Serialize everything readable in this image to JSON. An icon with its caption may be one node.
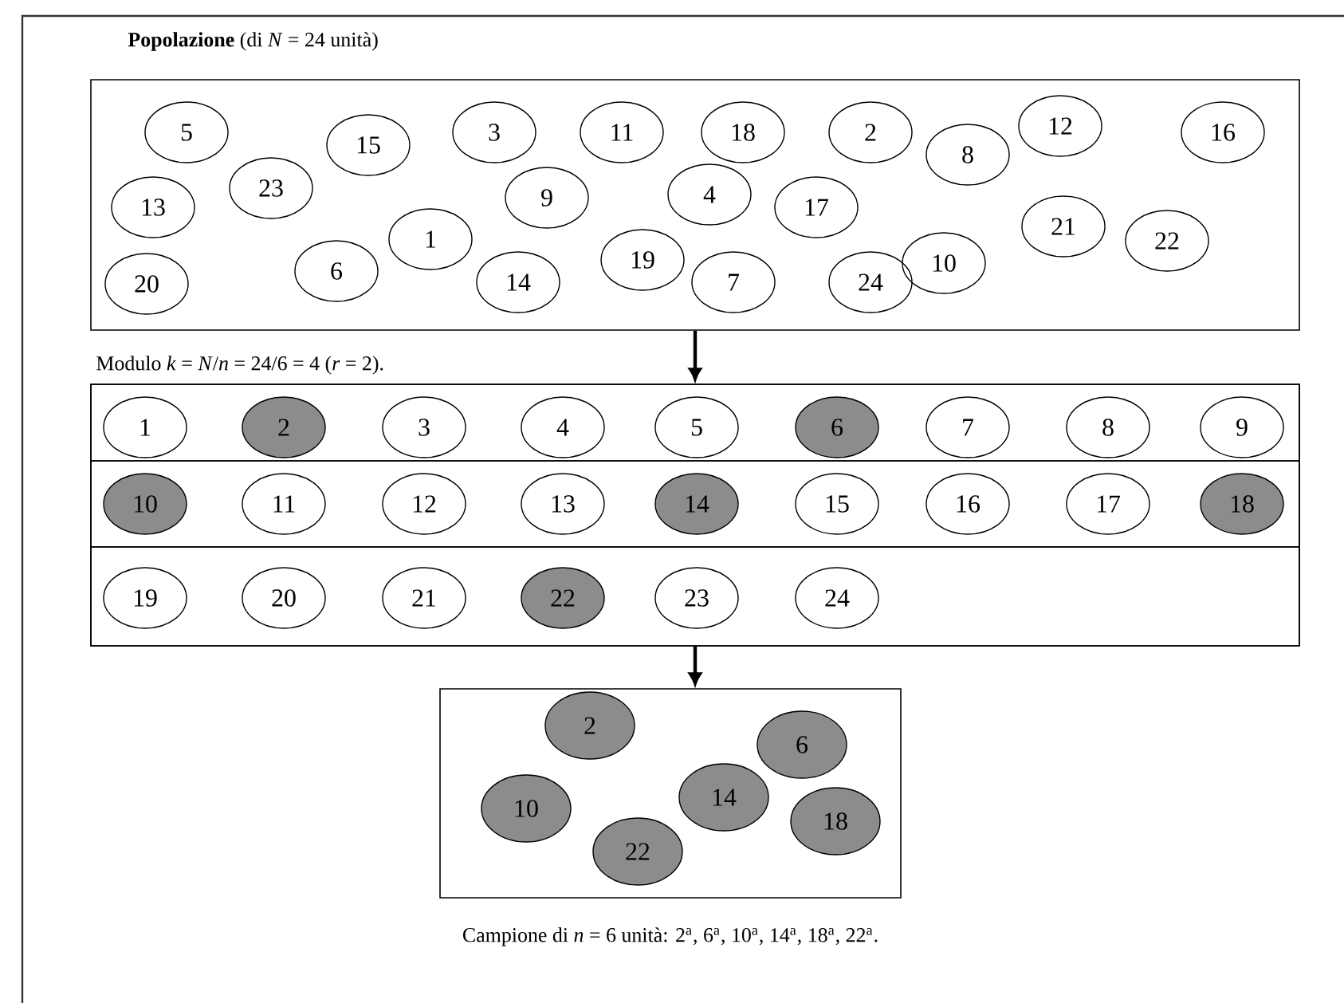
{
  "diagram": {
    "nodes": [
      {
        "text": [
          "**Popolazione** (di *N* = 24 unità)"
        ]
      },
      {
        "text": [
          "12"
        ],
        "in": 0
      },
      {
        "text": [
          "5"
        ],
        "in": 0
      },
      {
        "text": [
          "3"
        ],
        "in": 0
      },
      {
        "text": [
          "11"
        ],
        "in": 0
      },
      {
        "text": [
          "18"
        ],
        "in": 0
      },
      {
        "text": [
          "2"
        ],
        "in": 0
      },
      {
        "text": [
          "16"
        ],
        "in": 0
      },
      {
        "text": [
          "15"
        ],
        "in": 0
      },
      {
        "text": [
          "8"
        ],
        "in": 0
      },
      {
        "text": [
          "23"
        ],
        "in": 0
      },
      {
        "text": [
          "4"
        ],
        "in": 0
      },
      {
        "text": [
          "9"
        ],
        "in": 0
      },
      {
        "text": [
          "13"
        ],
        "in": 0
      },
      {
        "text": [
          "17"
        ],
        "in": 0
      },
      {
        "text": [
          "21"
        ],
        "in": 0
      },
      {
        "text": [
          "1"
        ],
        "in": 0
      },
      {
        "text": [
          "22"
        ],
        "in": 0
      },
      {
        "text": [
          "19"
        ],
        "in": 0
      },
      {
        "text": [
          "10"
        ],
        "in": 0
      },
      {
        "text": [
          "6"
        ],
        "in": 0
      },
      {
        "text": [
          "14"
        ],
        "in": 0
      },
      {
        "text": [
          "7"
        ],
        "in": 0
      },
      {
        "text": [
          "24"
        ],
        "in": 0
      },
      {
        "text": [
          "20"
        ],
        "in": 0
      },
      {
        "text": [
          "Modulo *k* = *N*/*n* = 24/6 = 4 (*r* = 2)."
        ]
      },
      {
        "text": [],
        "shape": "box",
        "in": 25
      },
      {
        "text": [],
        "shape": "box",
        "in": 25
      },
      {
        "text": [],
        "shape": "box",
        "in": 25
      },
      {
        "text": [
          "1"
        ],
        "in": 26
      },
      {
        "text": [
          "2"
        ],
        "in": 26
      },
      {
        "text": [
          "3"
        ],
        "in": 26
      },
      {
        "text": [
          "4"
        ],
        "in": 26
      },
      {
        "text": [
          "5"
        ],
        "in": 26
      },
      {
        "text": [
          "6"
        ],
        "in": 26
      },
      {
        "text": [
          "7"
        ],
        "in": 26
      },
      {
        "text": [
          "8"
        ],
        "in": 26
      },
      {
        "text": [
          "9"
        ],
        "in": 26
      },
      {
        "text": [
          "10"
        ],
        "in": 27
      },
      {
        "text": [
          "11"
        ],
        "in": 27
      },
      {
        "text": [
          "12"
        ],
        "in": 27
      },
      {
        "text": [
          "13"
        ],
        "in": 27
      },
      {
        "text": [
          "14"
        ],
        "in": 27
      },
      {
        "text": [
          "15"
        ],
        "in": 27
      },
      {
        "text": [
          "16"
        ],
        "in": 27
      },
      {
        "text": [
          "17"
        ],
        "in": 27
      },
      {
        "text": [
          "18"
        ],
        "in": 27
      },
      {
        "text": [
          "19"
        ],
        "in": 28
      },
      {
        "text": [
          "20"
        ],
        "in": 28
      },
      {
        "text": [
          "21"
        ],
        "in": 28
      },
      {
        "text": [
          "22"
        ],
        "in": 28
      },
      {
        "text": [
          "23"
        ],
        "in": 28
      },
      {
        "text": [
          "24"
        ],
        "in": 28
      },
      {
        "text": [],
        "shape": "box",
        "beside": [
          "Campione di *n* = 6 unità: 2$^{a}$, 6$^{a}$, 10$^{a}$, 14$^{a}$, 18$^{a}$, 22$^{a}$."
        ]
      },
      {
        "text": [
          "2"
        ],
        "in": 53
      },
      {
        "text": [
          "6"
        ],
        "in": 53
      },
      {
        "text": [
          "14"
        ],
        "in": 53
      },
      {
        "text": [
          "10"
        ],
        "in": 53
      },
      {
        "text": [
          "18"
        ],
        "in": 53
      },
      {
        "text": [
          "22"
        ],
        "in": 53
      }
    ],
    "edges": [
      {
        "from": 0,
        "to": 25,
        "arrow": "to"
      },
      {
        "from": 25,
        "to": 53,
        "arrow": "to"
      }
    ]
  }
}
